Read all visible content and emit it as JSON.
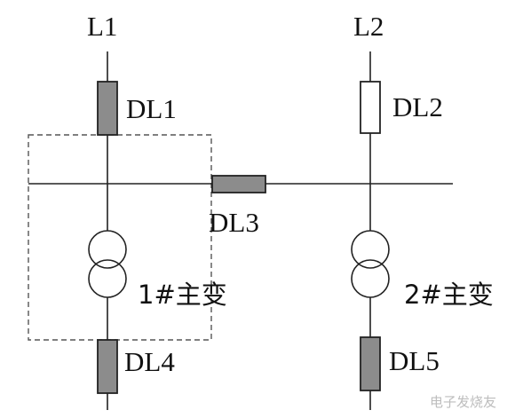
{
  "lines": {
    "left": "L1",
    "right": "L2"
  },
  "breakers": {
    "dl1": {
      "label": "DL1",
      "closed": true
    },
    "dl2": {
      "label": "DL2",
      "closed": false
    },
    "dl3": {
      "label": "DL3",
      "closed": true
    },
    "dl4": {
      "label": "DL4",
      "closed": true
    },
    "dl5": {
      "label": "DL5",
      "closed": true
    }
  },
  "transformers": {
    "t1": "1#主变",
    "t2": "2#主变"
  },
  "colors": {
    "closed_fill": "#8c8c8c",
    "open_fill": "#ffffff",
    "stroke": "#222222"
  },
  "watermark": "电子发烧友"
}
